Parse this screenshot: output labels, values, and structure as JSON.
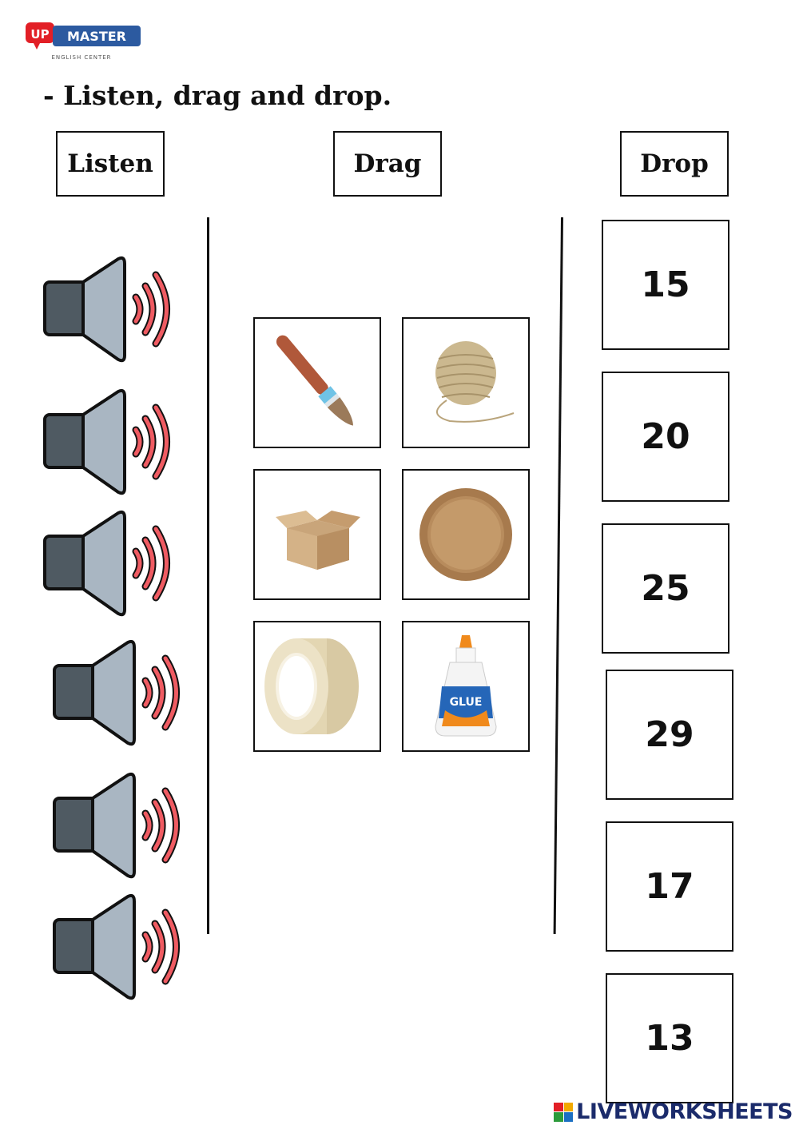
{
  "logo": {
    "brand_prefix": "UP",
    "brand_name": "MASTER",
    "subtitle": "ENGLISH CENTER"
  },
  "instruction": "- Listen, drag and drop.",
  "headers": {
    "listen": "Listen",
    "drag": "Drag",
    "drop": "Drop"
  },
  "speakers": [
    {
      "icon": "speaker-icon"
    },
    {
      "icon": "speaker-icon"
    },
    {
      "icon": "speaker-icon"
    },
    {
      "icon": "speaker-icon"
    },
    {
      "icon": "speaker-icon"
    },
    {
      "icon": "speaker-icon"
    }
  ],
  "drag_items": [
    {
      "icon": "paintbrush-icon"
    },
    {
      "icon": "twine-ball-icon"
    },
    {
      "icon": "cardboard-box-icon"
    },
    {
      "icon": "paper-plate-icon"
    },
    {
      "icon": "masking-tape-icon"
    },
    {
      "icon": "glue-bottle-icon",
      "label": "GLUE"
    }
  ],
  "drop_targets": [
    "15",
    "20",
    "25",
    "29",
    "17",
    "13"
  ],
  "footer": {
    "brand": "LIVEWORKSHEETS"
  },
  "colors": {
    "speaker_dark": "#4f5a62",
    "speaker_light": "#a9b6c2",
    "sound_waves": "#ef5b62",
    "logo_red": "#e21f26",
    "logo_blue": "#2c5aa0"
  }
}
